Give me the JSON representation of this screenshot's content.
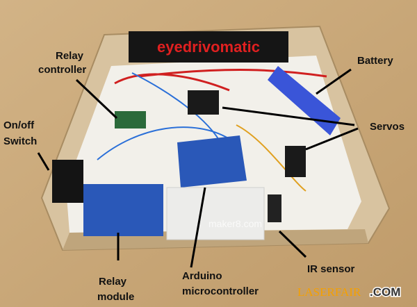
{
  "banner_text": "eyedrivomatic",
  "labels": {
    "relay_controller": [
      "Relay",
      "controller"
    ],
    "on_off_switch": [
      "On/off",
      "Switch"
    ],
    "battery": "Battery",
    "servos": "Servos",
    "relay_module": [
      "Relay",
      "module"
    ],
    "arduino": [
      "Arduino",
      "microcontroller"
    ],
    "ir_sensor": "IR sensor"
  },
  "watermark": "maker8.com",
  "brand": {
    "name": "LASERFAIR",
    "suffix": ".COM"
  },
  "colors": {
    "wood": "#c8a576",
    "cardboard": "#d9c6a6",
    "banner_bg": "#151515",
    "banner_text": "#e02020",
    "brand_orange": "#f5a000",
    "board_blue": "#2a58b8"
  }
}
